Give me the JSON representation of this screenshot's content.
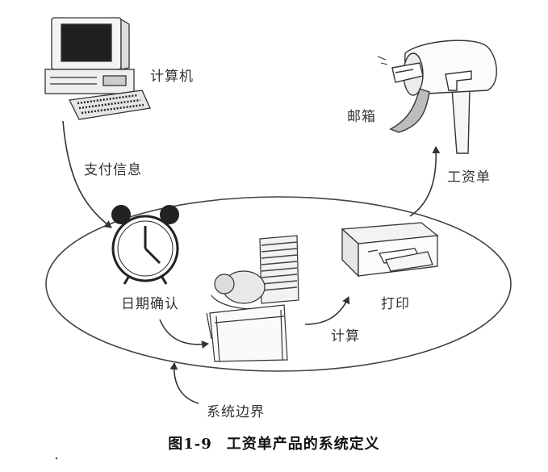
{
  "labels": {
    "computer": "计算机",
    "payment_info": "支付信息",
    "mailbox": "邮箱",
    "paycheck": "工资单",
    "date_confirm": "日期确认",
    "print": "打印",
    "compute": "计算",
    "system_boundary": "系统边界"
  },
  "caption": {
    "number": "图1-9",
    "text": "工资单产品的系统定义"
  }
}
